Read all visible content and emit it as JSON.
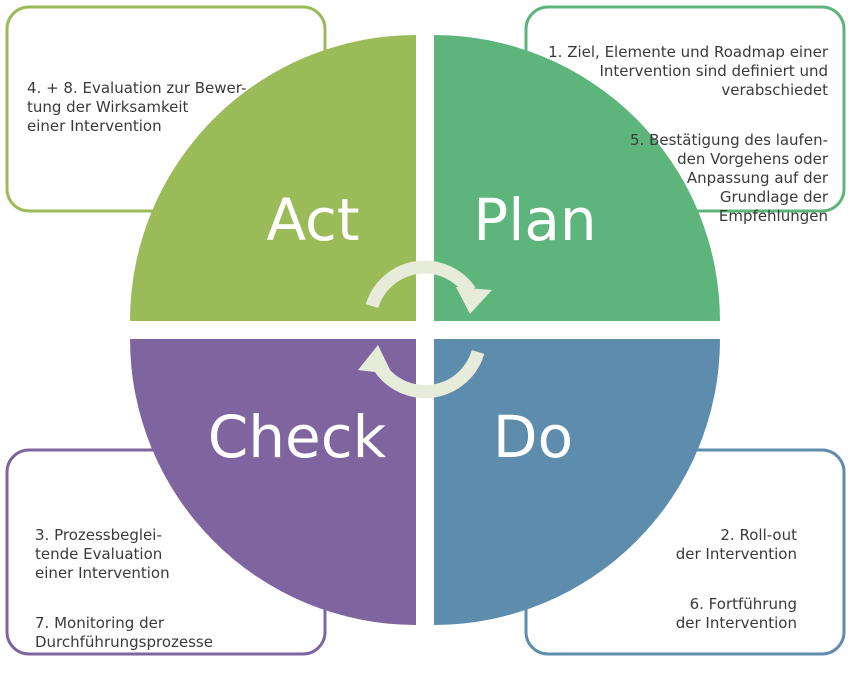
{
  "quadrants": {
    "act": {
      "label": "Act",
      "color": "#9bbb59"
    },
    "plan": {
      "label": "Plan",
      "color": "#5db57c"
    },
    "check": {
      "label": "Check",
      "color": "#7f65a0"
    },
    "do": {
      "label": "Do",
      "color": "#5e8cad"
    }
  },
  "boxes": {
    "act": {
      "items": [
        "4. + 8. Evaluation zur Bewer-\ntung der Wirksamkeit\neiner Intervention"
      ]
    },
    "plan": {
      "items": [
        "1. Ziel, Elemente und Roadmap einer\nIntervention sind definiert und\nverabschiedet",
        "5. Bestätigung des laufen-\nden Vorgehens oder\nAnpassung auf der\nGrundlage der\nEmpfehlungen"
      ]
    },
    "check": {
      "items": [
        "3. Prozessbeglei-\ntende Evaluation\neiner Intervention",
        "7. Monitoring der\nDurchführungsprozesse"
      ]
    },
    "do": {
      "items": [
        "2. Roll-out\nder Intervention",
        "6. Fortführung\nder Intervention"
      ]
    }
  },
  "cycle_arrow_color": "#e6ecd9"
}
